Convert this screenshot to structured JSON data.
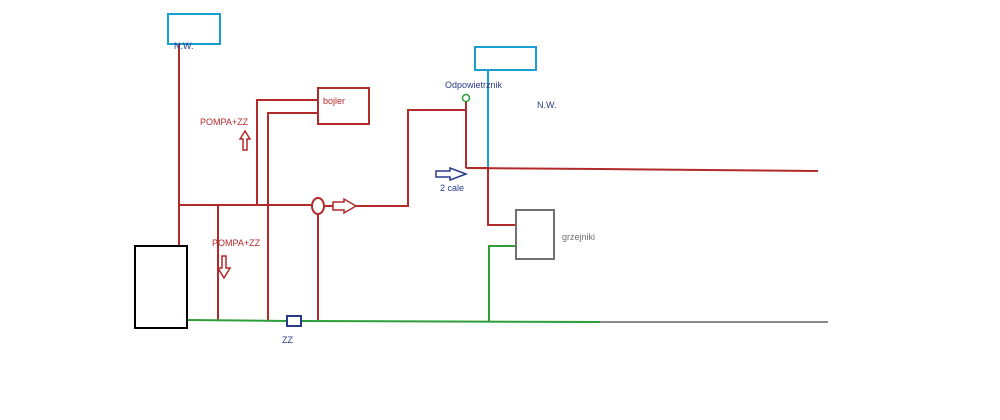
{
  "colors": {
    "supply": "#b22a2a",
    "return": "#2e9e3a",
    "cold_water": "#1a9ed1",
    "boiler": "#000000",
    "radiator": "#707070",
    "valve": "#2a3a8a",
    "flow_arrow": "#2a3a8a",
    "vent": "#2e9e3a",
    "return_end": "#8a8a8a"
  },
  "labels": {
    "nw_left": "N.W.",
    "nw_right": "N.W.",
    "bojler": "bojler",
    "pompa_upper": "POMPA+ZZ",
    "pompa_lower": "POMPA+ZZ",
    "odpowietrznik": "Odpowietrznik",
    "dwa_cale": "2 cale",
    "grzejniki": "grzejniki",
    "zz": "ZZ"
  }
}
